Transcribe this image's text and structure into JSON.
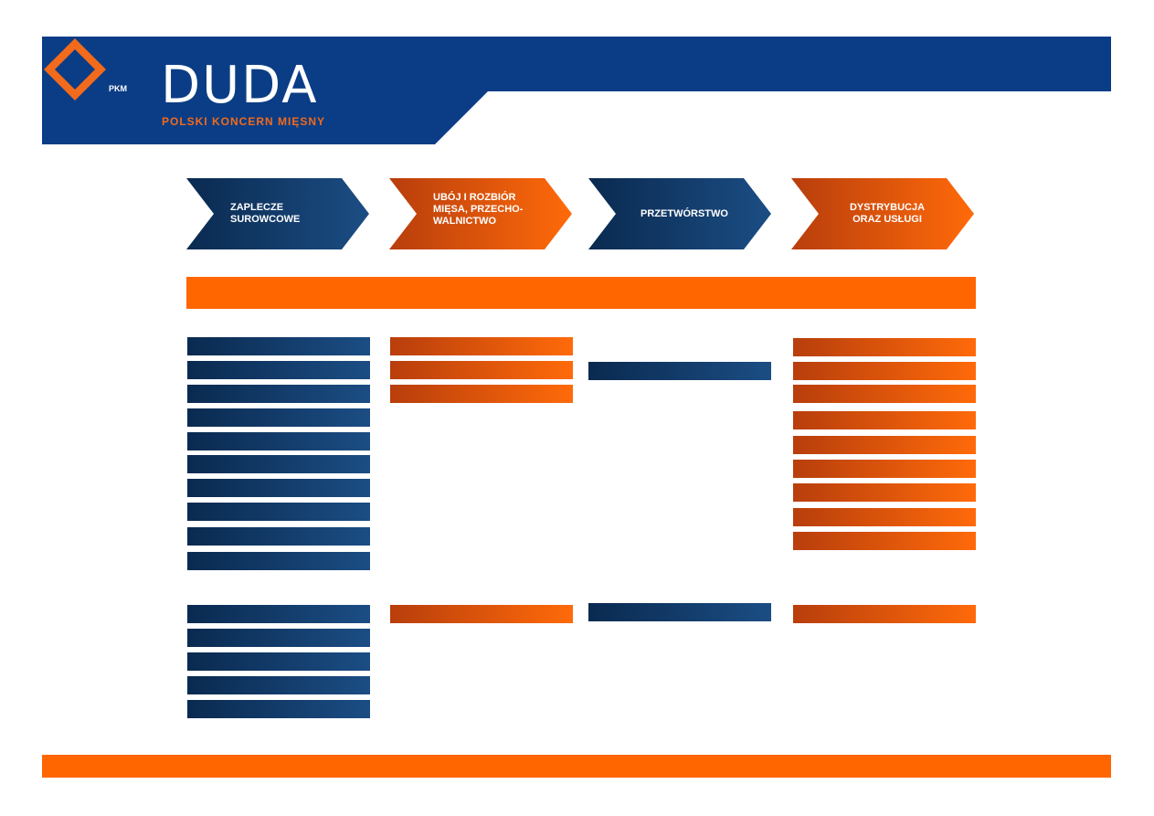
{
  "brand": {
    "mark_text": "PKM",
    "name": "DUDA",
    "tagline": "POLSKI KONCERN MIĘSNY"
  },
  "colors": {
    "navy": "#0a3d85",
    "orange": "#ff6600",
    "white": "#ffffff"
  },
  "process": [
    {
      "label": "ZAPLECZE\nSUROWCOWE",
      "color": "blue"
    },
    {
      "label": "UBÓJ I ROZBIÓR\nMIĘSA, PRZECHO-\nWALNICTWO",
      "color": "orange"
    },
    {
      "label": "PRZETWÓRSTWO",
      "color": "blue"
    },
    {
      "label": "DYSTRYBUCJA\nORAZ USŁUGI",
      "color": "orange"
    }
  ],
  "columns": [
    {
      "color": "blue",
      "upper_count": 10,
      "lower_count": 5
    },
    {
      "color": "orange",
      "upper_count": 3,
      "lower_count": 1
    },
    {
      "color": "blue",
      "upper_count": 1,
      "lower_count": 1
    },
    {
      "color": "orange",
      "upper_count": 9,
      "lower_count": 1
    }
  ]
}
